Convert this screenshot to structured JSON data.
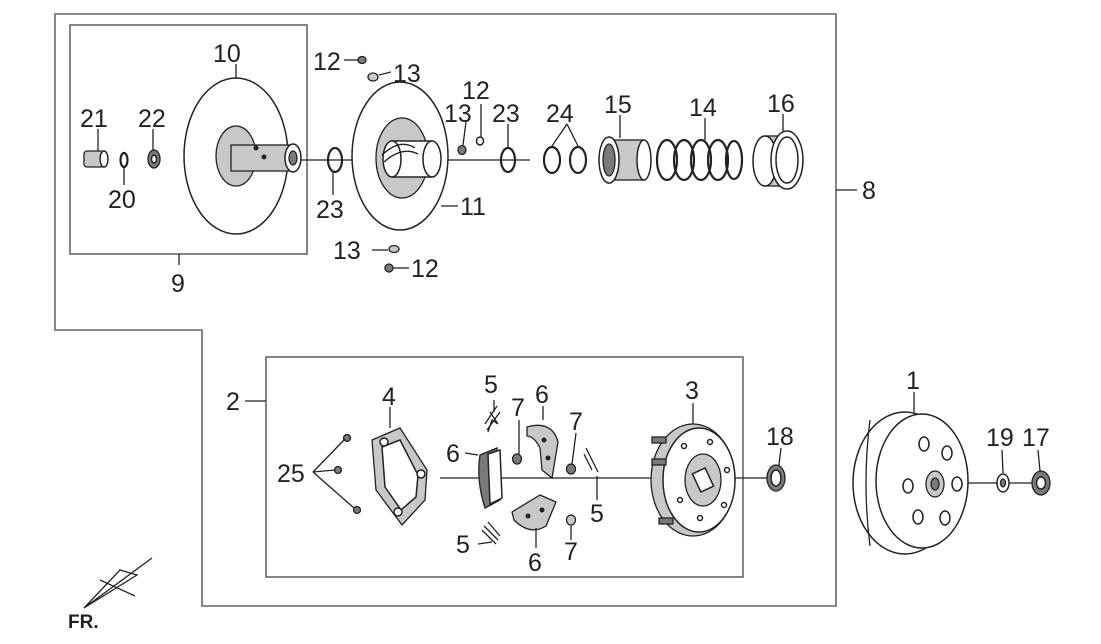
{
  "callouts": {
    "c1": "1",
    "c2": "2",
    "c3": "3",
    "c4": "4",
    "c5a": "5",
    "c5b": "5",
    "c5c": "5",
    "c6a": "6",
    "c6b": "6",
    "c6c": "6",
    "c7a": "7",
    "c7b": "7",
    "c7c": "7",
    "c8": "8",
    "c9": "9",
    "c10": "10",
    "c11": "11",
    "c12a": "12",
    "c12b": "12",
    "c12c": "12",
    "c13a": "13",
    "c13b": "13",
    "c13c": "13",
    "c14": "14",
    "c15": "15",
    "c16": "16",
    "c17": "17",
    "c18": "18",
    "c19": "19",
    "c20": "20",
    "c21": "21",
    "c22": "22",
    "c23a": "23",
    "c23b": "23",
    "c24": "24",
    "c25": "25"
  },
  "orientation_label": "FR."
}
